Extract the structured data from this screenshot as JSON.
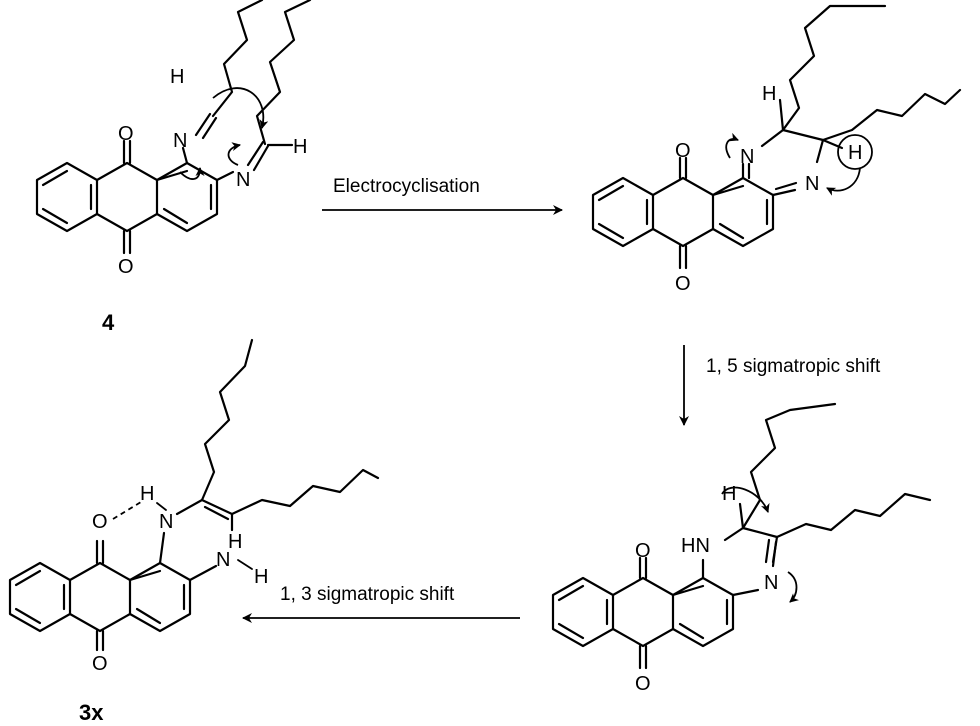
{
  "compounds": {
    "start_label": "4",
    "product_label": "3x"
  },
  "steps": {
    "step1": "Electrocyclisation",
    "step2": "1, 5 sigmatropic shift",
    "step3": "1, 3 sigmatropic shift"
  },
  "atoms": {
    "O": "O",
    "N": "N",
    "H": "H",
    "HN": "HN"
  }
}
